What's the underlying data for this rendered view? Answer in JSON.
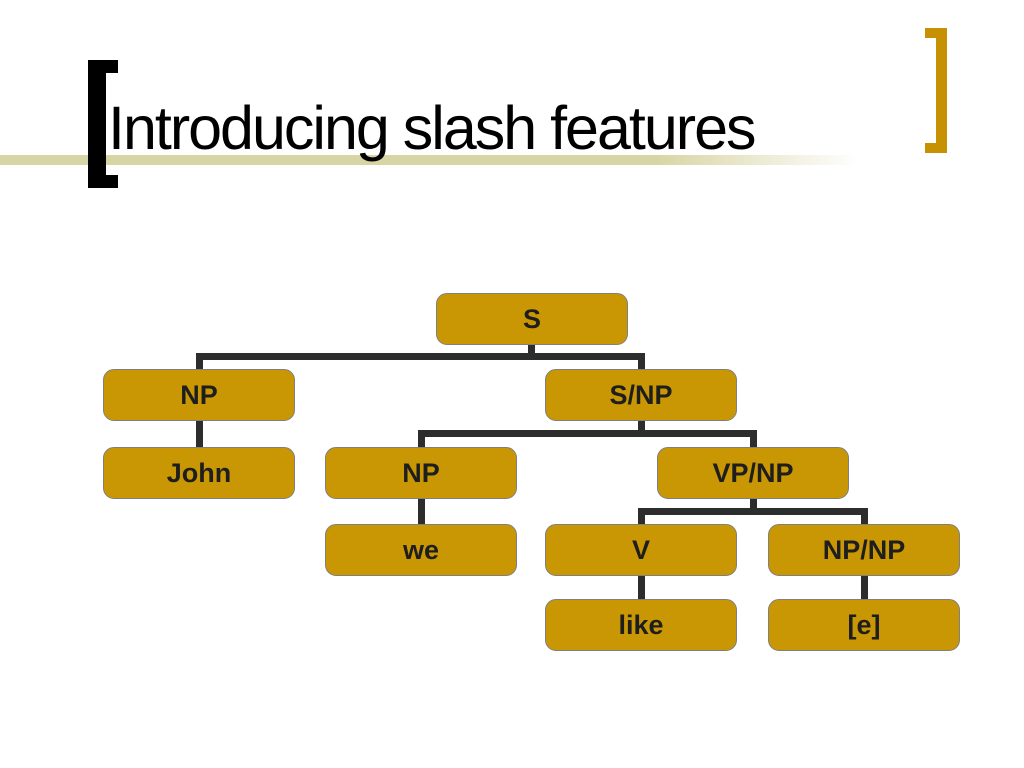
{
  "slide": {
    "title": "Introducing slash features"
  },
  "colors": {
    "background": "#FFFFFF",
    "title_text": "#000000",
    "accent_line": "#D8D5A4",
    "left_bracket": "#000000",
    "right_bracket": "#C79104",
    "node_fill": "#C99704",
    "node_border": "#7F7F7F",
    "node_text": "#1E1E1E",
    "connector": "#2D2D2D"
  },
  "decorations": {
    "left_bracket_icon": "open-square-bracket",
    "right_bracket_icon": "close-square-bracket"
  },
  "tree": {
    "type": "syntax-tree",
    "nodes": [
      {
        "id": "s",
        "label": "S",
        "parent": null
      },
      {
        "id": "np1",
        "label": "NP",
        "parent": "s"
      },
      {
        "id": "snp",
        "label": "S/NP",
        "parent": "s"
      },
      {
        "id": "john",
        "label": "John",
        "parent": "np1"
      },
      {
        "id": "np2",
        "label": "NP",
        "parent": "snp"
      },
      {
        "id": "vpnp",
        "label": "VP/NP",
        "parent": "snp"
      },
      {
        "id": "we",
        "label": "we",
        "parent": "np2"
      },
      {
        "id": "v",
        "label": "V",
        "parent": "vpnp"
      },
      {
        "id": "npnp",
        "label": "NP/NP",
        "parent": "vpnp"
      },
      {
        "id": "like",
        "label": "like",
        "parent": "v"
      },
      {
        "id": "e",
        "label": "[e]",
        "parent": "npnp"
      }
    ]
  }
}
